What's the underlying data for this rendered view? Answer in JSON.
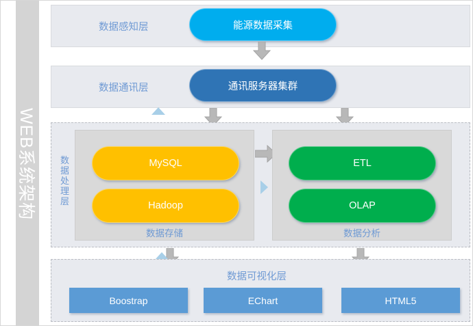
{
  "diagram": {
    "side_title": "WEB系统架构",
    "layers": [
      {
        "id": "perception",
        "label": "数据感知层"
      },
      {
        "id": "communication",
        "label": "数据通讯层"
      },
      {
        "id": "processing",
        "label": "数据处理层"
      },
      {
        "id": "visualization",
        "label": "数据可视化层"
      }
    ],
    "nodes": {
      "energy_collection": "能源数据采集",
      "comm_server_cluster": "通讯服务器集群",
      "mysql": "MySQL",
      "hadoop": "Hadoop",
      "etl": "ETL",
      "olap": "OLAP",
      "boostrap": "Boostrap",
      "echart": "EChart",
      "html5": "HTML5"
    },
    "groups": {
      "storage_caption": "数据存储",
      "analysis_caption": "数据分析"
    },
    "icons": {
      "arrow_down": "arrow-down-icon",
      "arrow_right": "arrow-right-icon",
      "triangle_up": "triangle-up-icon",
      "triangle_right": "triangle-right-icon"
    },
    "colors": {
      "cyan": "#00adee",
      "steel_blue": "#2f74b5",
      "amber": "#ffc000",
      "green": "#00ae4d",
      "bottom_blue": "#5b9bd5",
      "band_bg": "#e8eaef",
      "group_bg": "#d9d9d9",
      "sidebar_gray": "#d4d4d4",
      "label_blue": "#6f9ad4",
      "arrow_gray": "#b3b3b3",
      "accent_light_blue": "#a8cfe8"
    }
  }
}
